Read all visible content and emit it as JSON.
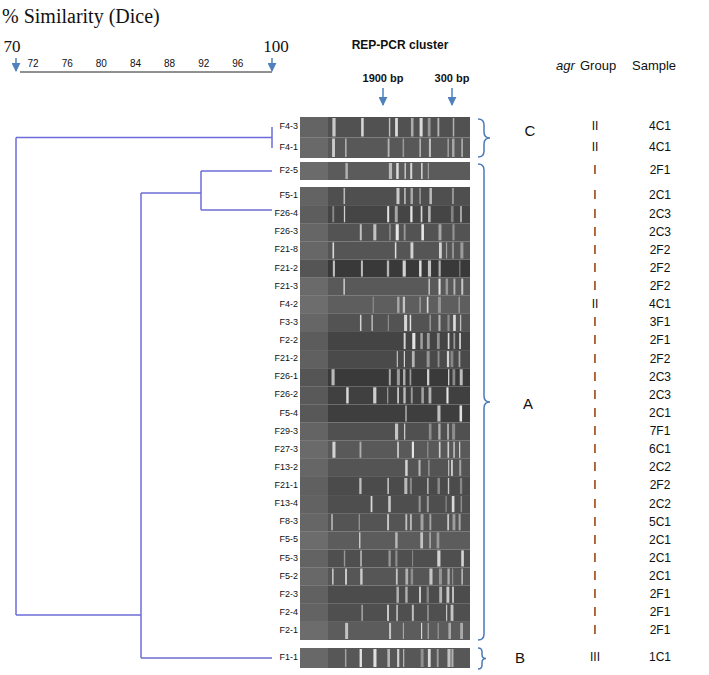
{
  "diagram": {
    "title": "% Similarity (Dice)",
    "labels": [
      "70",
      "100",
      "72",
      "76",
      "80",
      "84",
      "88",
      "92",
      "96",
      "REP-PCR cluster",
      "1900 bp",
      "300 bp",
      "agr",
      "Group",
      "Sample",
      "F4-3",
      "F4-1",
      "F2-5",
      "F5-1",
      "F26-4",
      "F26-3",
      "F21-8",
      "F21-2",
      "F21-3",
      "F4-2",
      "F3-3",
      "F2-2",
      "F21-2",
      "F26-1",
      "F26-2",
      "F5-4",
      "F29-3",
      "F27-3",
      "F13-2",
      "F21-1",
      "F13-4",
      "F8-3",
      "F5-5",
      "F5-3",
      "F5-2",
      "F2-3",
      "F2-4",
      "F2-1",
      "F1-1",
      "C",
      "A",
      "B",
      "II",
      "II",
      "I",
      "I",
      "I",
      "I",
      "I",
      "I",
      "I",
      "II",
      "I",
      "I",
      "I",
      "I",
      "I",
      "I",
      "I",
      "I",
      "I",
      "I",
      "I",
      "I",
      "I",
      "I",
      "I",
      "I",
      "I",
      "I",
      "III",
      "4C1",
      "4C1",
      "2F1",
      "2C1",
      "2C3",
      "2C3",
      "2F2",
      "2F2",
      "2F2",
      "4C1",
      "3F1",
      "2F1",
      "2F2",
      "2C3",
      "2C3",
      "2C1",
      "7F1",
      "6C1",
      "2C2",
      "2F2",
      "2C2",
      "5C1",
      "2C1",
      "2C1",
      "2C1",
      "2F1",
      "2F1",
      "2F1",
      "1C1"
    ]
  }
}
